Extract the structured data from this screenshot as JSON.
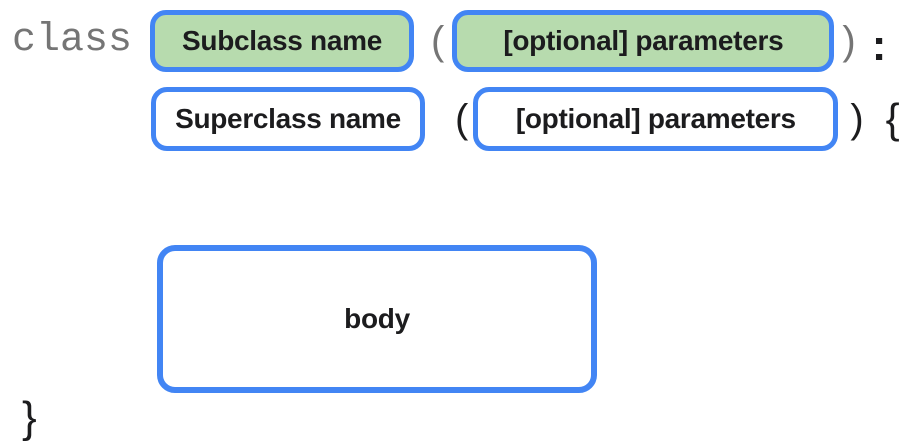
{
  "colors": {
    "border_blue": "#4285F4",
    "fill_green": "#B7DBAE",
    "keyword_gray": "#757575",
    "text_black": "#1C1C1E",
    "background": "#FFFFFF"
  },
  "syntax": {
    "line1": {
      "keyword": "class",
      "subclass_name": "Subclass name",
      "open_paren": "(",
      "parameters": "[optional] parameters",
      "close_paren": ")",
      "colon": ":"
    },
    "line2": {
      "superclass_name": "Superclass name",
      "open_paren": "(",
      "parameters": "[optional] parameters",
      "close_paren": ")",
      "open_brace": "{"
    },
    "line3": {
      "body": "body"
    },
    "line4": {
      "close_brace": "}"
    }
  }
}
